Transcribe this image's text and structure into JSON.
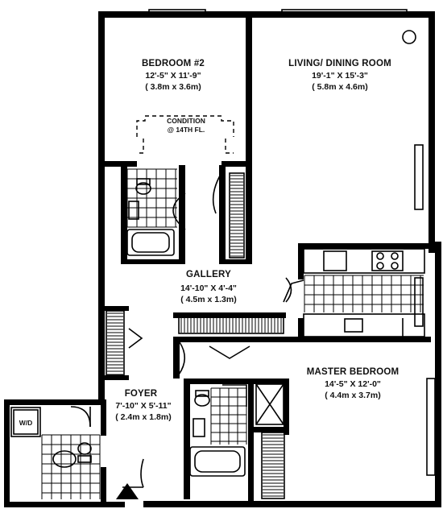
{
  "rooms": {
    "bedroom2": {
      "name": "BEDROOM #2",
      "dim_imperial": "12'-5\" X 11'-9\"",
      "dim_metric": "( 3.8m x 3.6m)"
    },
    "living": {
      "name": "LIVING/ DINING ROOM",
      "dim_imperial": "19'-1\" X 15'-3\"",
      "dim_metric": "( 5.8m x 4.6m)"
    },
    "gallery": {
      "name": "GALLERY",
      "dim_imperial": "14'-10\" X 4'-4\"",
      "dim_metric": "( 4.5m x 1.3m)"
    },
    "master": {
      "name": "MASTER BEDROOM",
      "dim_imperial": "14'-5\" X 12'-0\"",
      "dim_metric": "( 4.4m x 3.7m)"
    },
    "foyer": {
      "name": "FOYER",
      "dim_imperial": "7'-10\" X 5'-11\"",
      "dim_metric": "( 2.4m x 1.8m)"
    }
  },
  "condition_note": {
    "line1": "CONDITION",
    "line2": "@ 14TH FL."
  },
  "washer_dryer": "W/D"
}
